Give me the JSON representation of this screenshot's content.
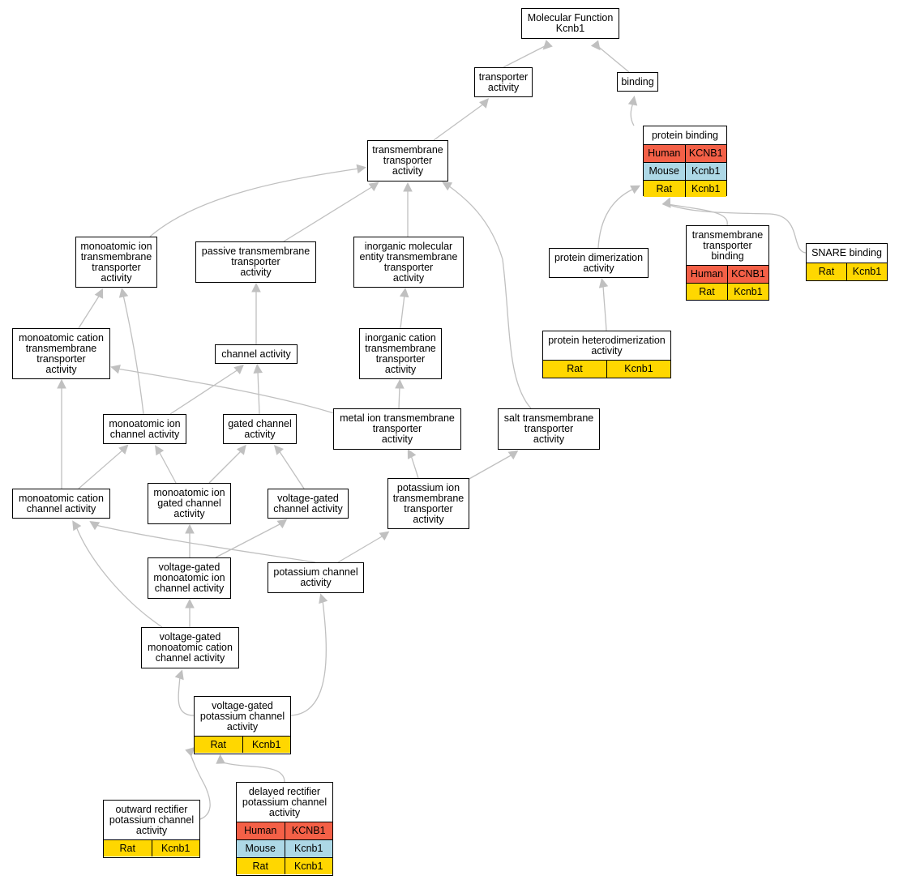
{
  "colors": {
    "human": "#f46047",
    "mouse": "#add8e6",
    "rat": "#ffd700",
    "edge": "#c0c0c0"
  },
  "nodes": {
    "mf": "Molecular Function\nKcnb1",
    "transporter": "transporter\nactivity",
    "binding": "binding",
    "tm_transporter": "transmembrane\ntransporter\nactivity",
    "protein_binding": "protein binding",
    "monoatomic_ion_tm": "monoatomic ion\ntransmembrane\ntransporter\nactivity",
    "passive_tm": "passive transmembrane\ntransporter\nactivity",
    "inorganic_molecular": "inorganic molecular\nentity transmembrane\ntransporter\nactivity",
    "protein_dimerization": "protein dimerization\nactivity",
    "tm_transporter_binding": "transmembrane\ntransporter\nbinding",
    "snare_binding": "SNARE binding",
    "monoatomic_cation_tm": "monoatomic cation\ntransmembrane\ntransporter\nactivity",
    "channel_activity": "channel activity",
    "inorganic_cation_tm": "inorganic cation\ntransmembrane\ntransporter\nactivity",
    "protein_heterodimerization": "protein heterodimerization\nactivity",
    "monoatomic_ion_channel": "monoatomic ion\nchannel activity",
    "gated_channel": "gated channel\nactivity",
    "metal_ion_tm": "metal ion transmembrane\ntransporter\nactivity",
    "salt_tm": "salt transmembrane\ntransporter\nactivity",
    "monoatomic_cation_channel": "monoatomic cation\nchannel activity",
    "monoatomic_ion_gated": "monoatomic ion\ngated channel\nactivity",
    "voltage_gated_channel": "voltage-gated\nchannel activity",
    "potassium_ion_tm": "potassium ion\ntransmembrane\ntransporter\nactivity",
    "vg_monoatomic_ion": "voltage-gated\nmonoatomic ion\nchannel activity",
    "potassium_channel": "potassium channel\nactivity",
    "vg_monoatomic_cation": "voltage-gated\nmonoatomic cation\nchannel activity",
    "vg_potassium": "voltage-gated\npotassium channel\nactivity",
    "outward_rectifier": "outward rectifier\npotassium channel\nactivity",
    "delayed_rectifier": "delayed rectifier\npotassium channel\nactivity"
  },
  "annotations": {
    "protein_binding": [
      [
        "Human",
        "KCNB1"
      ],
      [
        "Mouse",
        "Kcnb1"
      ],
      [
        "Rat",
        "Kcnb1"
      ]
    ],
    "tm_transporter_binding": [
      [
        "Human",
        "KCNB1"
      ],
      [
        "Rat",
        "Kcnb1"
      ]
    ],
    "snare_binding": [
      [
        "Rat",
        "Kcnb1"
      ]
    ],
    "protein_heterodimerization": [
      [
        "Rat",
        "Kcnb1"
      ]
    ],
    "vg_potassium": [
      [
        "Rat",
        "Kcnb1"
      ]
    ],
    "outward_rectifier": [
      [
        "Rat",
        "Kcnb1"
      ]
    ],
    "delayed_rectifier": [
      [
        "Human",
        "KCNB1"
      ],
      [
        "Mouse",
        "Kcnb1"
      ],
      [
        "Rat",
        "Kcnb1"
      ]
    ]
  }
}
